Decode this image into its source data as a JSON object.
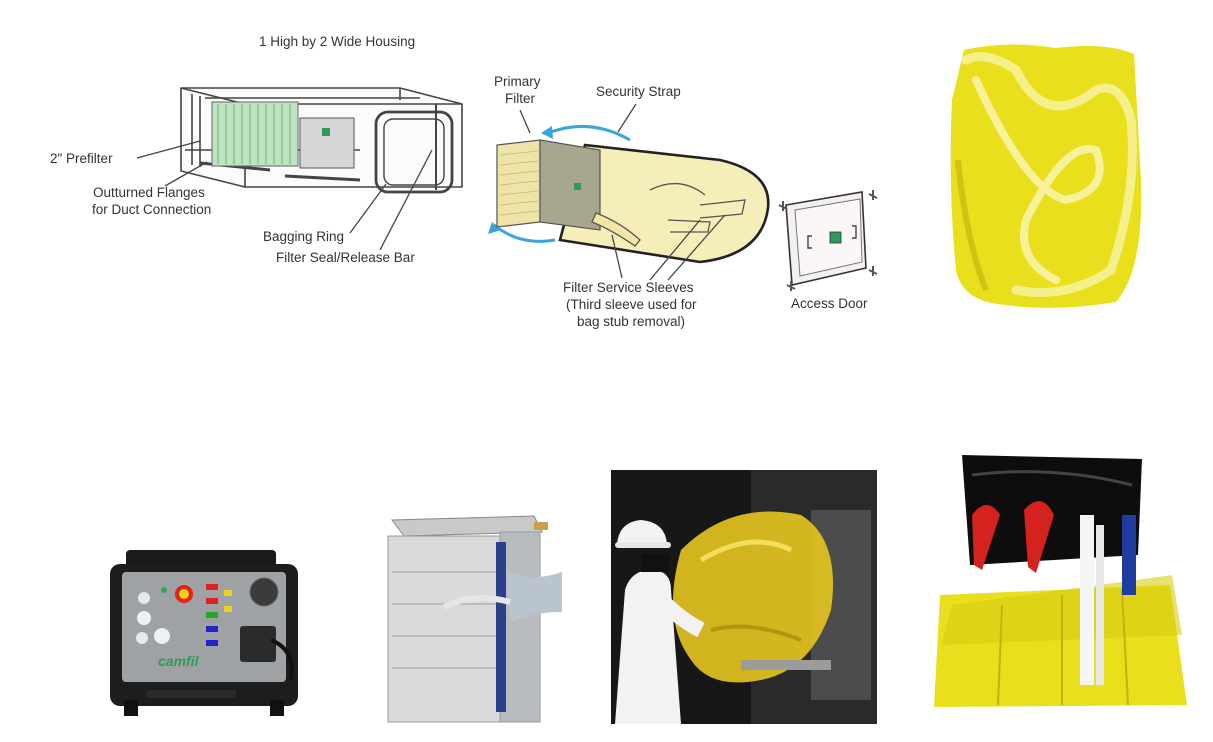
{
  "diagram": {
    "housing_title": "1 High by 2 Wide Housing",
    "prefilter": "2\"  Prefilter",
    "flanges_line1": "Outturned Flanges",
    "flanges_line2": "for Duct Connection",
    "bagging_ring": "Bagging Ring",
    "filter_seal": "Filter Seal/Release Bar",
    "primary_filter_line1": "Primary",
    "primary_filter_line2": "Filter",
    "security_strap": "Security Strap",
    "sleeves_line1": "Filter Service Sleeves",
    "sleeves_line2": "(Third sleeve used for",
    "sleeves_line3": "bag stub removal)",
    "access_door": "Access Door"
  },
  "case_logo": "camfil",
  "colors": {
    "bag_yellow": "#e9df1c",
    "diagram_bag": "#f6eeb8",
    "filter_green": "#9fd3a6",
    "arrow_blue": "#3aa5d9",
    "tool_red": "#d4231f",
    "hardhat_white": "#f2f2f2"
  }
}
